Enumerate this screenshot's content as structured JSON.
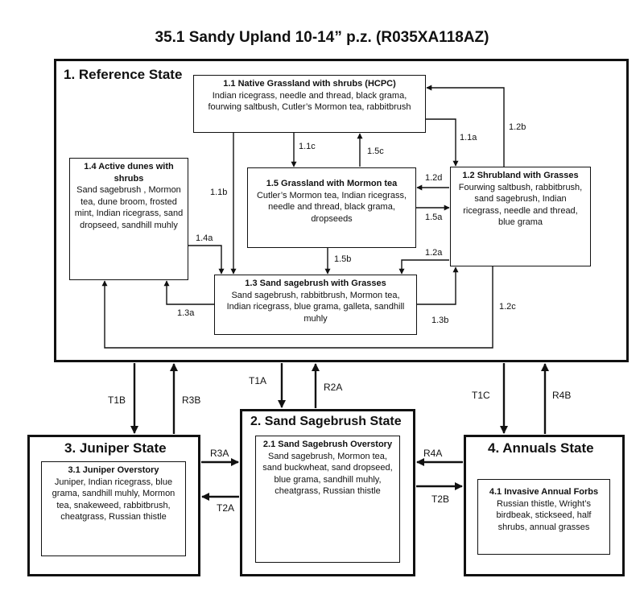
{
  "title": "35.1 Sandy Upland 10-14” p.z. (R035XA118AZ)",
  "states": {
    "reference": {
      "title": "1. Reference State",
      "communities": {
        "c11": {
          "title": "1.1 Native Grassland  with shrubs (HCPC)",
          "body": "Indian ricegrass, needle and thread, black grama, fourwing saltbush, Cutler’s Mormon tea,  rabbitbrush"
        },
        "c12": {
          "title": "1.2 Shrubland with Grasses",
          "body": "Fourwing saltbush, rabbitbrush, sand sagebrush, Indian ricegrass, needle and thread, blue grama"
        },
        "c13": {
          "title": "1.3 Sand sagebrush  with Grasses",
          "body": "Sand sagebrush, rabbitbrush, Mormon tea, Indian ricegrass,  blue grama, galleta, sandhill muhly"
        },
        "c14": {
          "title": "1.4 Active dunes with shrubs",
          "body": "Sand sagebrush , Mormon tea, dune broom, frosted mint, Indian ricegrass,  sand dropseed, sandhill muhly"
        },
        "c15": {
          "title": "1.5 Grassland  with Mormon tea",
          "body": "Cutler’s Mormon tea, Indian ricegrass, needle and thread, black grama, dropseeds"
        }
      }
    },
    "sand_sagebrush": {
      "title": "2. Sand Sagebrush State",
      "communities": {
        "c21": {
          "title": "2.1 Sand Sagebrush Overstory",
          "body": "Sand sagebrush, Mormon tea, sand buckwheat, sand dropseed, blue grama, sandhill muhly, cheatgrass, Russian thistle"
        }
      }
    },
    "juniper": {
      "title": "3. Juniper State",
      "communities": {
        "c31": {
          "title": "3.1 Juniper Overstory",
          "body": "Juniper, Indian ricegrass, blue grama, sandhill muhly, Mormon tea, snakeweed, rabbitbrush, cheatgrass, Russian thistle"
        }
      }
    },
    "annuals": {
      "title": "4. Annuals State",
      "communities": {
        "c41": {
          "title": "4.1 Invasive Annual Forbs",
          "body": "Russian thistle,  Wright’s birdbeak,  stickseed, half shrubs, annual grasses"
        }
      }
    }
  },
  "pathways": {
    "p1_1a": "1.1a",
    "p1_1b": "1.1b",
    "p1_1c": "1.1c",
    "p1_2a": "1.2a",
    "p1_2b": "1.2b",
    "p1_2c": "1.2c",
    "p1_2d": "1.2d",
    "p1_3a": "1.3a",
    "p1_3b": "1.3b",
    "p1_4a": "1.4a",
    "p1_5a": "1.5a",
    "p1_5b": "1.5b",
    "p1_5c": "1.5c"
  },
  "transitions": {
    "t1a": "T1A",
    "t1b": "T1B",
    "t1c": "T1C",
    "t2a": "T2A",
    "t2b": "T2B",
    "r2a": "R2A",
    "r3a": "R3A",
    "r3b": "R3B",
    "r4a": "R4A",
    "r4b": "R4B"
  }
}
